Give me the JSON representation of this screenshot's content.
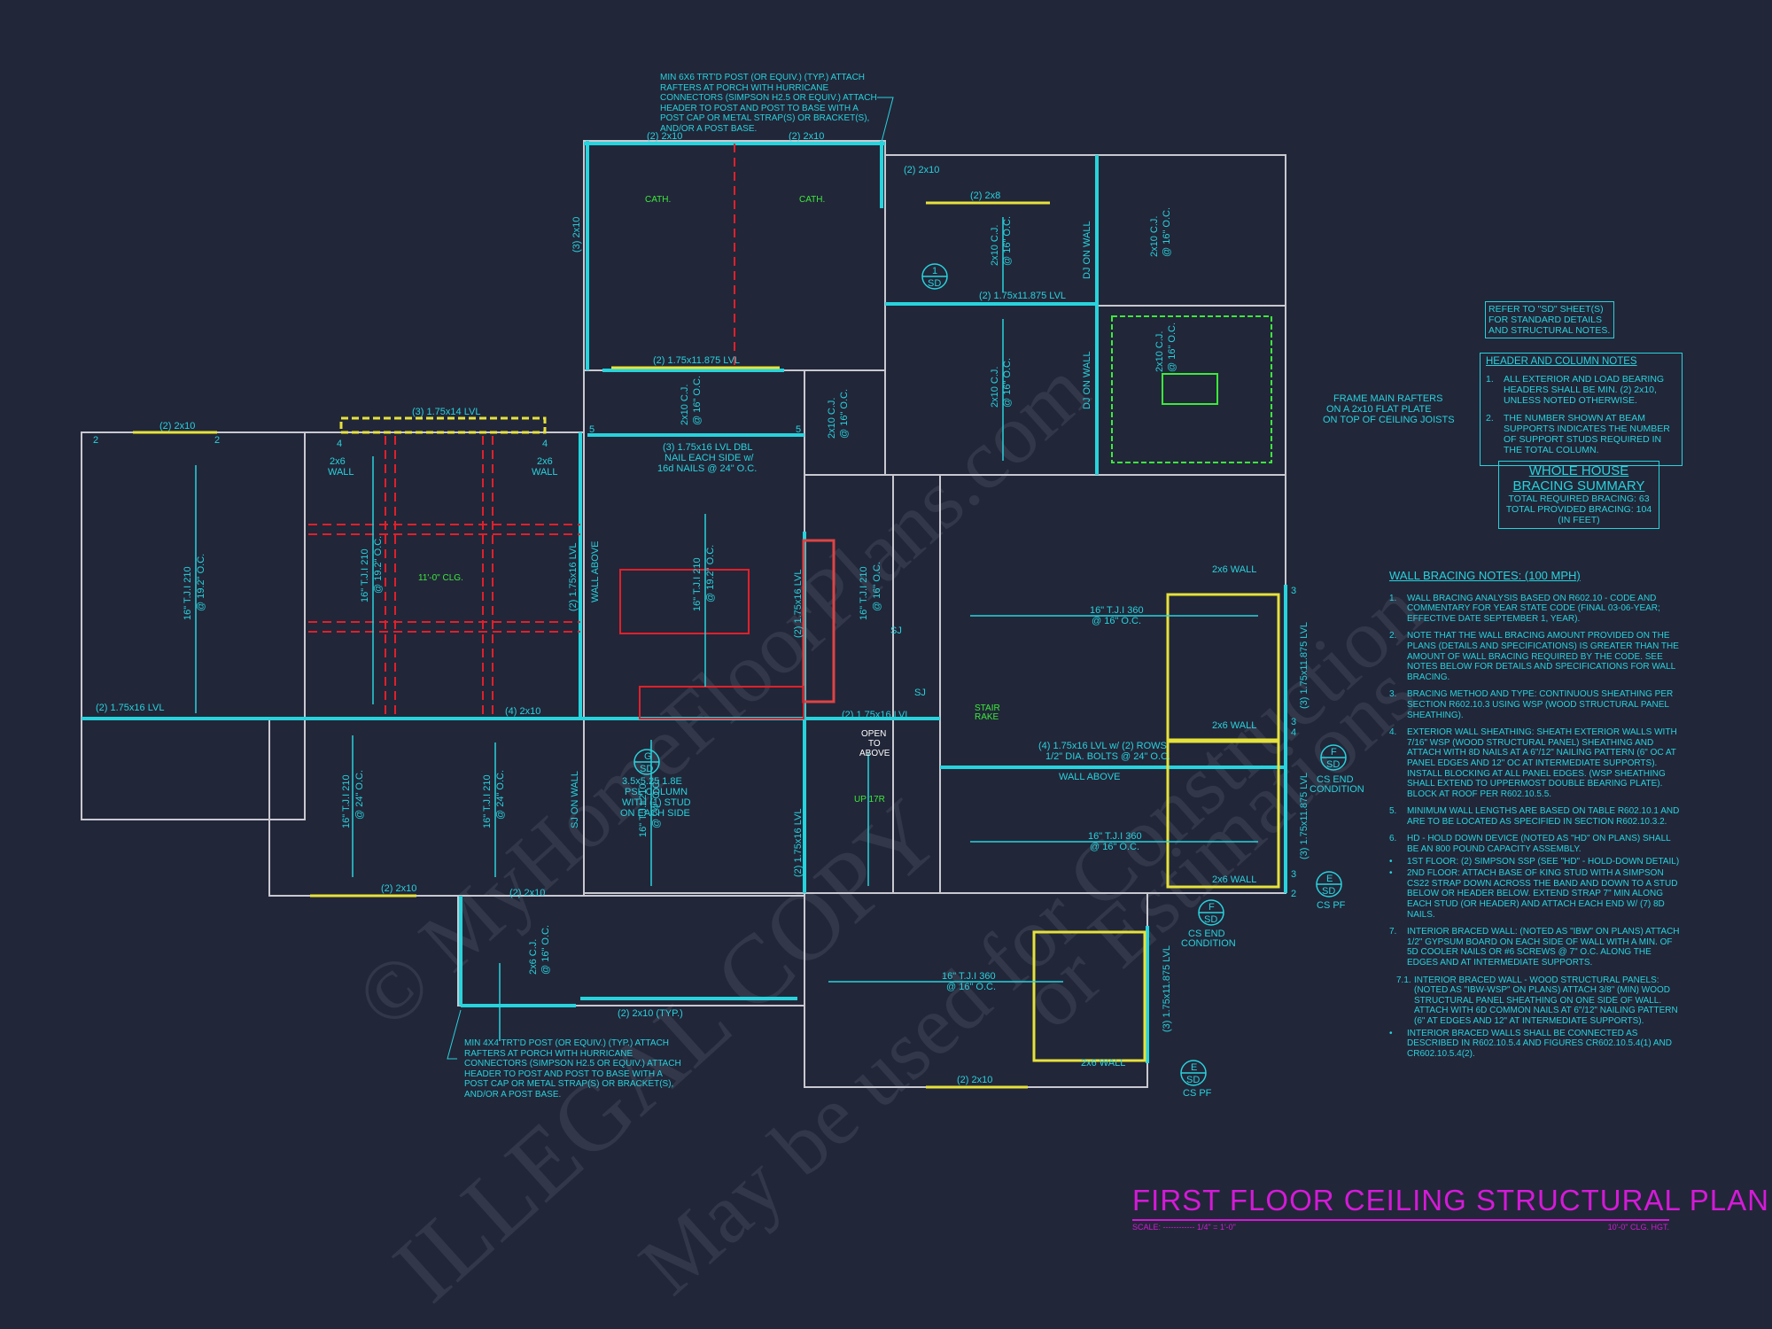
{
  "colors": {
    "background": "#222639",
    "structure": "#27d3dc",
    "walls": "#c8c8d0",
    "headers": "#e6e23a",
    "ceiling": "#3bea3b",
    "hidden_lines": "#e0202a",
    "title": "#d41ad8"
  },
  "title": {
    "text": "FIRST FLOOR CEILING STRUCTURAL PLAN",
    "scale": "SCALE: ------------ 1/4\" = 1'-0\"",
    "ceiling_height": "10'-0\" CLG. HGT."
  },
  "watermark": [
    "© MyHomeFloorPlans.com",
    "ILLEGAL COPY",
    "May be used for Construction",
    "or Estimations"
  ],
  "refer_box": "REFER TO \"SD\" SHEET(S) FOR STANDARD DETAILS AND STRUCTURAL NOTES.",
  "header_notes": {
    "title": "HEADER AND COLUMN NOTES",
    "items": [
      {
        "n": "1.",
        "text": "ALL EXTERIOR AND LOAD BEARING HEADERS SHALL BE MIN. (2) 2x10, UNLESS NOTED OTHERWISE."
      },
      {
        "n": "2.",
        "text": "THE NUMBER SHOWN AT BEAM SUPPORTS INDICATES THE NUMBER OF SUPPORT STUDS REQUIRED IN THE TOTAL COLUMN."
      }
    ]
  },
  "bracing_summary": {
    "title1": "WHOLE HOUSE",
    "title2": "BRACING SUMMARY",
    "required": "TOTAL REQUIRED BRACING: 63",
    "provided": "TOTAL PROVIDED BRACING: 104",
    "unit": "(IN FEET)"
  },
  "wall_bracing": {
    "title": "WALL BRACING NOTES: (100 MPH)",
    "items": [
      {
        "n": "1.",
        "text": "WALL BRACING ANALYSIS BASED ON R602.10 - CODE AND COMMENTARY FOR YEAR STATE CODE (FINAL 03-06-YEAR; EFFECTIVE DATE SEPTEMBER 1, YEAR)."
      },
      {
        "n": "2.",
        "text": "NOTE THAT THE WALL BRACING AMOUNT PROVIDED ON THE PLANS (DETAILS AND SPECIFICATIONS) IS GREATER THAN THE AMOUNT OF WALL BRACING REQUIRED BY THE CODE. SEE NOTES BELOW FOR DETAILS AND SPECIFICATIONS FOR WALL BRACING."
      },
      {
        "n": "3.",
        "text": "BRACING METHOD AND TYPE: CONTINUOUS SHEATHING PER SECTION R602.10.3 USING WSP (WOOD STRUCTURAL PANEL SHEATHING)."
      },
      {
        "n": "4.",
        "text": "EXTERIOR WALL SHEATHING: SHEATH EXTERIOR WALLS WITH 7/16\" WSP (WOOD STRUCTURAL PANEL) SHEATHING AND ATTACH WITH 8d NAILS AT A 6\"/12\" NAILING PATTERN (6\" OC AT PANEL EDGES AND 12\" OC AT INTERMEDIATE SUPPORTS). INSTALL BLOCKING AT ALL PANEL EDGES. (WSP SHEATHING SHALL EXTEND TO UPPERMOST DOUBLE BEARING PLATE). BLOCK AT ROOF PER R602.10.5.5."
      },
      {
        "n": "5.",
        "text": "MINIMUM WALL LENGTHS ARE BASED ON TABLE R602.10.1 AND ARE TO BE LOCATED AS SPECIFIED IN SECTION R602.10.3.2."
      },
      {
        "n": "6.",
        "text": "HD - HOLD DOWN DEVICE (NOTED AS \"HD\" ON PLANS) SHALL BE AN 800 POUND CAPACITY ASSEMBLY."
      },
      {
        "n": "•",
        "text": "1ST FLOOR: (2) SIMPSON SSP (SEE \"HD\" - HOLD-DOWN DETAIL)"
      },
      {
        "n": "•",
        "text": "2ND FLOOR: ATTACH BASE OF KING STUD WITH A SIMPSON CS22 STRAP DOWN ACROSS THE BAND AND DOWN TO A STUD BELOW OR HEADER BELOW. EXTEND STRAP 7\" MIN ALONG EACH STUD (OR HEADER) AND ATTACH EACH END W/ (7) 8d NAILS."
      },
      {
        "n": "7.",
        "text": "INTERIOR BRACED WALL: (NOTED AS \"IBW\" ON PLANS) ATTACH 1/2\" GYPSUM BOARD ON EACH SIDE OF WALL WITH A MIN. OF 5d COOLER NAILS OR #6 SCREWS @ 7\" O.C. ALONG THE EDGES AND AT INTERMEDIATE SUPPORTS."
      },
      {
        "n": "7.1.",
        "text": "INTERIOR BRACED WALL - WOOD STRUCTURAL PANELS: (NOTED AS \"IBW-WSP\" ON PLANS) ATTACH 3/8\" (MIN) WOOD STRUCTURAL PANEL SHEATHING ON ONE SIDE OF WALL. ATTACH WITH 6d COMMON NAILS AT 6\"/12\" NAILING PATTERN (6\" AT EDGES AND 12\" AT INTERMEDIATE SUPPORTS)."
      },
      {
        "n": "•",
        "text": "INTERIOR BRACED WALLS SHALL BE CONNECTED AS DESCRIBED IN R602.10.5.4 AND FIGURES CR602.10.5.4(1) AND CR602.10.5.4(2)."
      }
    ]
  },
  "porch_note_top": "MIN 6x6 TRT'D POST (OR EQUIV.) (TYP.) ATTACH RAFTERS AT PORCH WITH HURRICANE CONNECTORS (SIMPSON H2.5 OR EQUIV.) ATTACH HEADER TO POST AND POST TO BASE WITH A POST CAP OR METAL STRAP(S) OR BRACKET(S), AND/OR A POST BASE.",
  "porch_note_bottom": "MIN 4X4 TRT'D POST (OR EQUIV.) (TYP.) ATTACH RAFTERS AT PORCH WITH HURRICANE CONNECTORS (SIMPSON H2.5 OR EQUIV.) ATTACH HEADER TO POST AND POST TO BASE WITH A POST CAP OR METAL STRAP(S) OR BRACKET(S), AND/OR A POST BASE.",
  "plan": {
    "h_2x10": "(2) 2x10",
    "h_2x8": "(2) 2x8",
    "h_3_2x10": "(3) 2x10",
    "h_lvl11": "(2) 1.75x11.875 LVL",
    "h_3_14": "(3) 1.75x14 LVL",
    "h_3_16dbl1": "(3) 1.75x16 LVL DBL",
    "h_3_16dbl2": "NAIL EACH SIDE w/",
    "h_3_16dbl3": "16d NAILS @ 24\" O.C.",
    "h_2_16": "(2) 1.75x16 LVL",
    "h_4_2x10": "(4) 2x10",
    "h_2x10_typ": "(2) 2x10 (TYP.)",
    "h_4_16a": "(4) 1.75x16 LVL w/ (2) ROWS",
    "h_4_16b": "1/2\" DIA. BOLTS @ 24\" O.C.",
    "wall_above": "WALL ABOVE",
    "h_3_11": "(3) 1.75x11.875 LVL",
    "cath": "CATH.",
    "clg": "11'-0\" CLG.",
    "cj_2x10": "2x10 C.J.",
    "oc16": "@ 16\" O.C.",
    "oc24": "@ 24\" O.C.",
    "oc192": "@ 19.2\" O.C.",
    "tji210": "16\" T.J.I 210",
    "tji360": "16\" T.J.I 360",
    "cj_2x6": "2x6 C.J.",
    "wall_2x6": "2x6",
    "wall_word": "WALL",
    "wall_2x6_full": "2x6 WALL",
    "dj_on_wall": "DJ ON WALL",
    "sj_on_wall": "SJ ON WALL",
    "sj": "SJ",
    "psl1": "3.5x5.25 1.8E",
    "psl2": "PSL COLUMN",
    "psl3": "WITH (1) STUD",
    "psl4": "ON EACH SIDE",
    "open1": "OPEN",
    "open2": "TO",
    "open3": "ABOVE",
    "up": "UP 17R",
    "stair1": "STAIR",
    "stair2": "RAKE",
    "frame1": "FRAME MAIN RAFTERS",
    "frame2": "ON A 2x10 FLAT PLATE",
    "frame3": "ON TOP OF CEILING JOISTS",
    "cs_end1": "CS END",
    "cs_end2": "CONDITION",
    "cs_pf": "CS PF",
    "sd": "SD",
    "det_1": "1",
    "det_g": "G",
    "det_f": "F",
    "det_e": "E",
    "n2": "2",
    "n3": "3",
    "n4": "4",
    "n5": "5"
  }
}
